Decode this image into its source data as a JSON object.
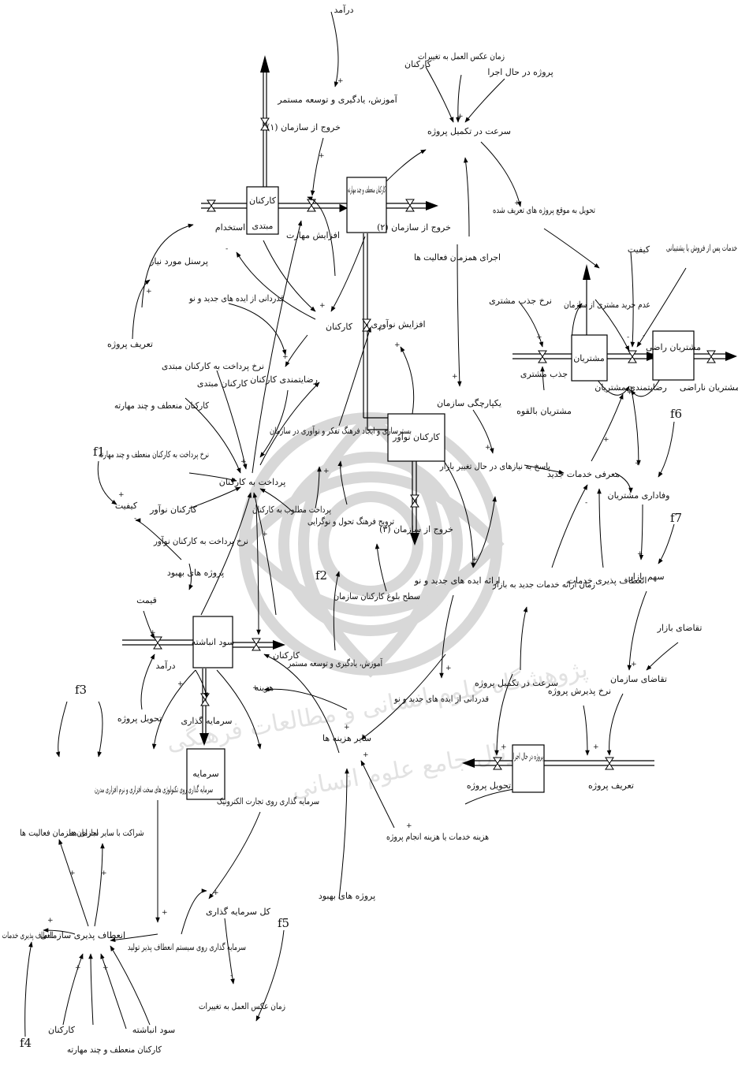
{
  "watermark": {
    "line1": "پژوهشگاه علوم انسانی و مطالعات فرهنگی",
    "line2": "پرتال جامع علوم انسانی"
  },
  "stocks": {
    "novice": "کارکنان مبتدی",
    "flexible": "کارکنان منعطف و چند مهارته",
    "innovative": "کارکنان نوآور",
    "customers": "مشتریان",
    "satisfied": "مشتریان راضی",
    "profit": "سود انباشته",
    "capital": "سرمایه",
    "projects": "پروژه در حال اجرا"
  },
  "labels": {
    "income_shadow": "درآمد",
    "training": "آموزش، یادگیری و توسعه مستمر",
    "exit1": "خروج از سازمان (۱)",
    "hiring": "استخدام",
    "skill_up": "افزایش مهارت",
    "exit2": "خروج از سازمان (۲)",
    "needed_staff": "پرسنل مورد نیاز",
    "project_def_shadow": "تعریف پروژه",
    "ideas_power": "قدردانی از ایده های جدید و نو",
    "staff": "کارکنان",
    "staff_satisfaction": "رضایتمندی کارکنان",
    "novice_pay_rate": "نرخ پرداخت به کارکنان مبتدی",
    "novice_shadow": "کارکنان مبتدی",
    "flexible_shadow": "کارکنان منعطف و چند مهارته",
    "flex_pay_rate": "نرخ پرداخت به کارکنان منعطف و چند مهارته",
    "innov_shadow": "کارکنان نوآور",
    "innov_pay_rate": "نرخ پرداخت به کارکنان نوآور",
    "pay_to_staff": "پرداخت به کارکنان",
    "desired_pay": "پرداخت مطلوب به کارکنان",
    "culture_building": "بسترسازی و ایجاد فرهنگ تفکر و نوآوری در سازمان",
    "innovation_up": "افزایش نوآوری",
    "innov_culture": "ترویج فرهنگ تحول و نوگرایی",
    "staff_maturity": "سطح بلوغ کارکنان سازمان",
    "exit3": "خروج از سازمان (۳)",
    "quality": "کیفیت",
    "improvement_projects": "پروژه های بهبود",
    "price": "قیمت",
    "income": "درآمد",
    "project_delivery_shadow": "تحویل پروژه",
    "staff_shadow": "کارکنان",
    "training_shadow": "آموزش، یادگیری و توسعه مستمر",
    "cost": "هزینه",
    "investment": "سرمایه گذاری",
    "hw_sw_invest": "سرمایه گذاری روی تکنولوژی های سخت افزاری و نرم افزاری مدرن",
    "ecommerce_invest": "سرمایه گذاری روی تجارت الکترونیک",
    "other_costs": "سایر هزینه ها",
    "service_cost": "هزینه خدمات یا هزینه انجام پروژه",
    "improv_shadow": "پروژه های بهبود",
    "total_invest": "کل سرمایه گذاری",
    "reaction_time": "زمان عکس العمل به تغییرات",
    "flex_sys_invest": "سرمایه گذاری روی سیستم انعطاف پذیر تولید",
    "org_flex": "انعطاف پذیری سازمانی",
    "service_flex": "انعطاف پذیری خدمات",
    "cooperation": "اجرای همزمان فعالیت ها",
    "partnership": "شراکت با سایر سازمان ها",
    "staff_shadow2": "کارکنان",
    "profit_shadow": "سود انباشته",
    "flex_shadow2": "کارکنان منعطف و چند مهارته",
    "reaction_shadow": "زمان عکس العمل به تغییرات",
    "staff_shadow3": "کارکنان",
    "running_shadow": "پروژه در حال اجرا",
    "completion_speed": "سرعت در تکمیل پروژه",
    "delivery_on_time": "تحویل به موقع پروژه های تعریف شده",
    "concurrent_shadow": "اجرای همزمان فعالیت ها",
    "integration": "یکپارچگی سازمان",
    "responsiveness": "پاسخ به نیازهای در حال تغییر بازار",
    "ideas_present": "ارائه ایده های جدید و نو",
    "ideas_power2": "قدردانی از ایده های جدید و نو",
    "new_services": "معرفی خدمات جدید",
    "service_time": "زمان ارائه خدمات جدید به بازار",
    "service_flex_shadow": "انعطاف پذیری خدمات",
    "speed_shadow": "سرعت در تکمیل پروژه",
    "market_share": "سهم بازار",
    "market_demand": "تقاضای بازار",
    "org_demand": "تقاضای سازمان",
    "project_accept": "نرخ پذیرش پروژه",
    "project_delivery": "تحویل پروژه",
    "project_def": "تعریف پروژه",
    "attract_rate": "نرخ جذب مشتری",
    "attraction": "جذب مشتری",
    "potential": "مشتریان بالقوه",
    "no_repurchase": "عدم خرید مشتری از سازمان",
    "quality_shadow": "کیفیت",
    "after_sales": "خدمات پس از فروش یا پشتیبانی",
    "cust_satisfaction": "رضایتمندی مشتریان",
    "unsatisfied": "مشتریان ناراضی",
    "loyalty": "وفاداری مشتریان"
  },
  "factors": {
    "f1": "f1",
    "f2": "f2",
    "f3": "f3",
    "f4": "f4",
    "f5": "f5",
    "f6": "f6",
    "f7": "f7"
  },
  "polarity": {
    "plus": "+",
    "minus": "-"
  }
}
